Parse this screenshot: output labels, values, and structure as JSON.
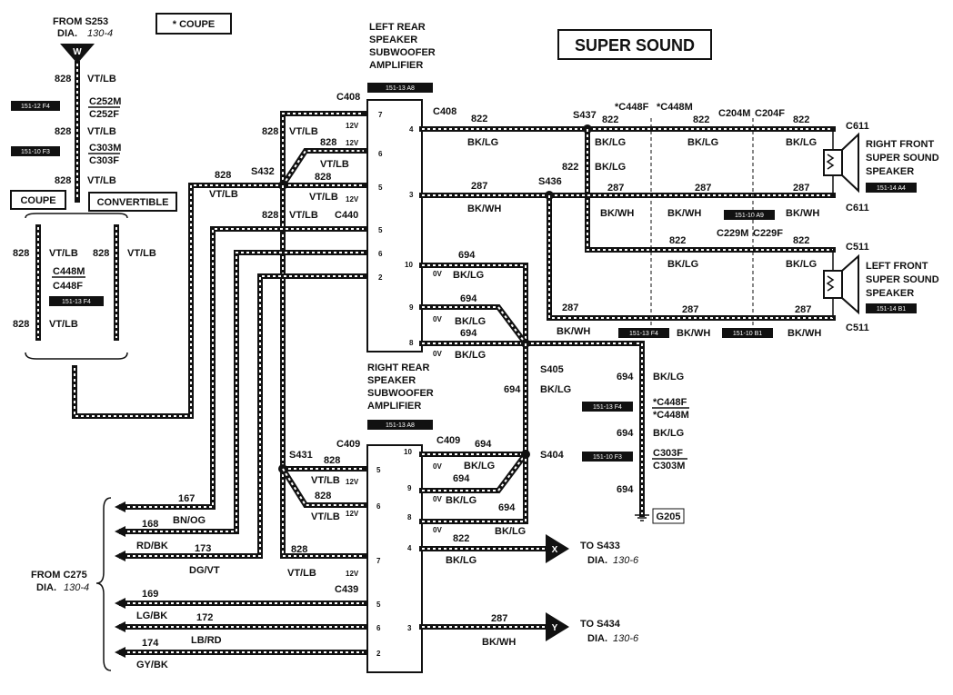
{
  "title": "SUPER SOUND",
  "coupe_note": "* COUPE",
  "source_top": {
    "line1": "FROM S253",
    "line2": "DIA.",
    "dia": "130-4",
    "symbol": "W"
  },
  "source_left": {
    "line1": "FROM C275",
    "line2": "DIA.",
    "dia": "130-4"
  },
  "variants": {
    "coupe": "COUPE",
    "convertible": "CONVERTIBLE"
  },
  "components": {
    "lr_amp": [
      "LEFT REAR",
      "SPEAKER",
      "SUBWOOFER",
      "AMPLIFIER"
    ],
    "lr_amp_ref": "151-13 A8",
    "rr_amp": [
      "RIGHT REAR",
      "SPEAKER",
      "SUBWOOFER",
      "AMPLIFIER"
    ],
    "rr_amp_ref": "151-13 A8",
    "rf_spk": [
      "RIGHT FRONT",
      "SUPER SOUND",
      "SPEAKER"
    ],
    "rf_spk_ref": "151-14 A4",
    "lf_spk": [
      "LEFT FRONT",
      "SUPER SOUND",
      "SPEAKER"
    ],
    "lf_spk_ref": "151-14 B1"
  },
  "connectors": {
    "c252m": "C252M",
    "c252f": "C252F",
    "c303m": "C303M",
    "c303f": "C303F",
    "c448m": "C448M",
    "c448f": "C448F",
    "c408": "C408",
    "c440": "C440",
    "c409": "C409",
    "c439": "C439",
    "c611": "C611",
    "c511": "C511",
    "sc448f": "*C448F",
    "sc448m": "*C448M",
    "c204m": "C204M",
    "c204f": "C204F",
    "c229m": "C229M",
    "c229f": "C229F"
  },
  "splices": {
    "s432": "S432",
    "s431": "S431",
    "s437": "S437",
    "s436": "S436",
    "s405": "S405",
    "s404": "S404"
  },
  "ground": "G205",
  "refs": {
    "r1": "151-12 F4",
    "r2": "151-10 F3",
    "r3": "151-13 F4",
    "r4": "151-13 F4",
    "r5": "151-10 F3",
    "r6": "151-10 A9",
    "r7": "151-13 F4",
    "r8": "151-10 B1"
  },
  "wires": {
    "n828": "828",
    "vtlb": "VT/LB",
    "n822": "822",
    "bklg": "BK/LG",
    "n287": "287",
    "bkwh": "BK/WH",
    "n694": "694",
    "n167": "167",
    "bnog": "BN/OG",
    "n168": "168",
    "rdbk": "RD/BK",
    "n173": "173",
    "dgvt": "DG/VT",
    "n169": "169",
    "lgbk": "LG/BK",
    "n172": "172",
    "lbrd": "LB/RD",
    "n174": "174",
    "gybk": "GY/BK"
  },
  "pins": {
    "p7": "7",
    "p6": "6",
    "p5": "5",
    "p2": "2",
    "p4": "4",
    "p3": "3",
    "p10": "10",
    "p9": "9",
    "p8": "8",
    "v12": "12V",
    "v0": "0V"
  },
  "exits": {
    "x": {
      "symbol": "X",
      "line1": "TO S433",
      "line2": "DIA.",
      "dia": "130-6"
    },
    "y": {
      "symbol": "Y",
      "line1": "TO S434",
      "line2": "DIA.",
      "dia": "130-6"
    }
  }
}
